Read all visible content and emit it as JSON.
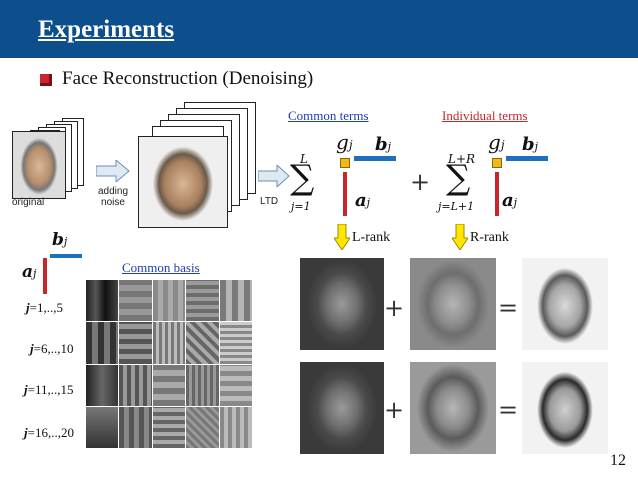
{
  "header": {
    "title": "Experiments"
  },
  "bullet": {
    "text": "Face Reconstruction (Denoising)"
  },
  "left_panel": {
    "original_label": "original",
    "adding_noise_label_1": "adding",
    "adding_noise_label_2": "noise",
    "ltd_label": "LTD"
  },
  "formula": {
    "common_terms": "Common terms",
    "individual_terms": "Individual terms",
    "g_j": "g",
    "b_j": "b",
    "a_j": "a",
    "sub_j": "j",
    "sum1_top": "L",
    "sum1_bottom": "j=1",
    "sum2_top": "L+R",
    "sum2_bottom": "j=L+1",
    "plus": "+",
    "sigma": "∑",
    "l_rank": "L-rank",
    "r_rank": "R-rank"
  },
  "basis": {
    "title": "Common basis",
    "b_label": "b",
    "a_label": "a",
    "sub": "j",
    "rows": [
      {
        "label_j": "j",
        "label_rest": "=1,..,5"
      },
      {
        "label_j": "j",
        "label_rest": "=6,..,10"
      },
      {
        "label_j": "j",
        "label_rest": "=11,..,15"
      },
      {
        "label_j": "j",
        "label_rest": "=16,..,20"
      }
    ]
  },
  "results": {
    "plus": "+",
    "equals": "="
  },
  "footer": {
    "page_number": "12"
  },
  "colors": {
    "title_bar": "#0d4e8c",
    "accent_red": "#c8262c",
    "accent_blue": "#1f6fbf",
    "arrow": "#ffe600"
  }
}
